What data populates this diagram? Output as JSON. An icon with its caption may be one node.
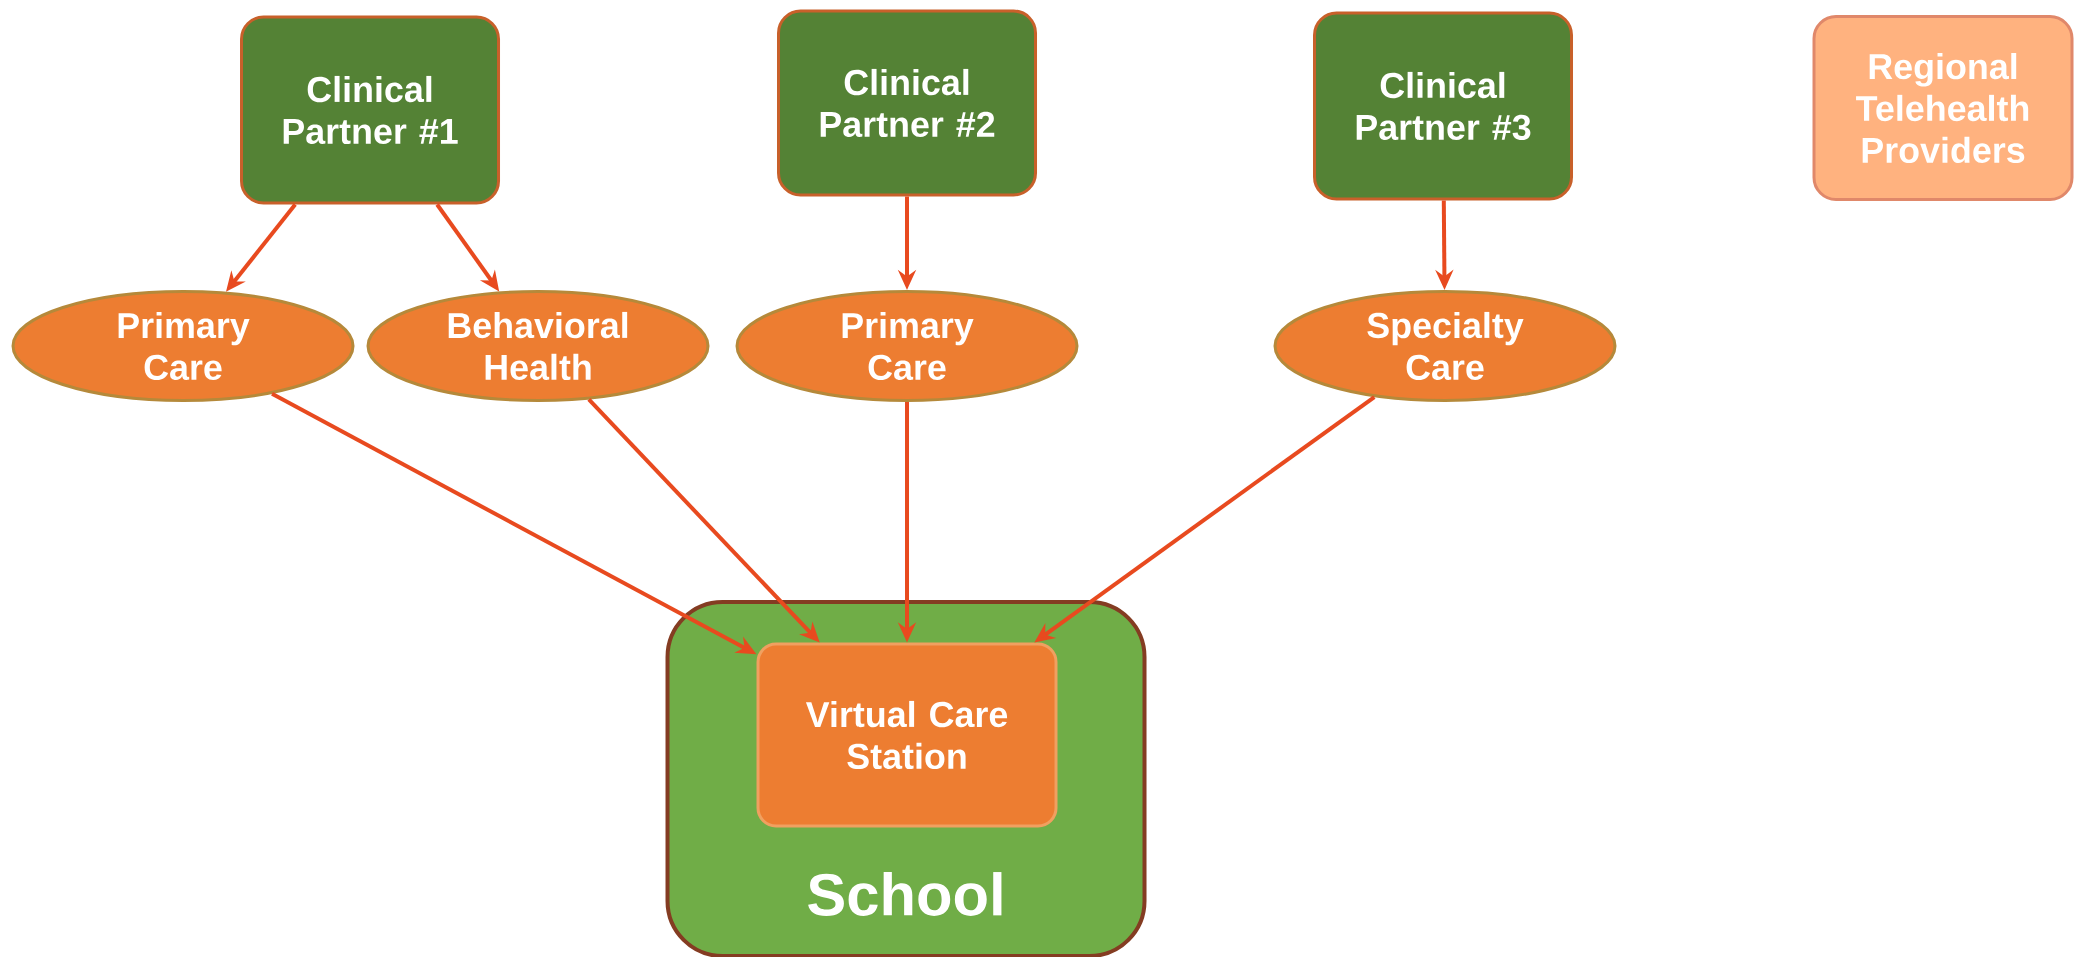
{
  "diagram": {
    "nodes": [
      {
        "text": [
          "Clinical Partner #1"
        ]
      },
      {
        "text": [
          "Clinical Partner #2"
        ]
      },
      {
        "text": [
          "Clinical Partner #3"
        ]
      },
      {
        "text": [
          "Regional Telehealth Providers"
        ]
      },
      {
        "text": [
          "Primary Care"
        ]
      },
      {
        "text": [
          "Behavioral Health"
        ]
      },
      {
        "text": [
          "Primary Care"
        ]
      },
      {
        "text": [
          "Specialty Care"
        ]
      },
      {
        "text": [
          "School"
        ]
      },
      {
        "text": [
          "Virtual Care Station"
        ],
        "in": 8
      }
    ],
    "edges": [
      {
        "from": 0,
        "to": 4,
        "arrow": "to"
      },
      {
        "from": 0,
        "to": 5,
        "arrow": "to"
      },
      {
        "from": 1,
        "to": 6,
        "arrow": "to"
      },
      {
        "from": 2,
        "to": 7,
        "arrow": "to"
      },
      {
        "from": 4,
        "to": 9,
        "arrow": "to"
      },
      {
        "from": 5,
        "to": 9,
        "arrow": "to"
      },
      {
        "from": 6,
        "to": 9,
        "arrow": "to"
      },
      {
        "from": 7,
        "to": 9,
        "arrow": "to"
      }
    ]
  }
}
